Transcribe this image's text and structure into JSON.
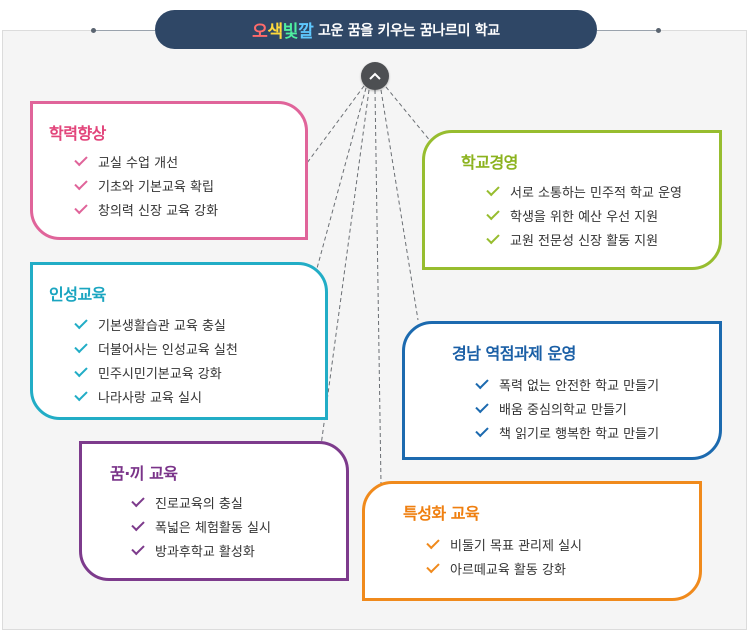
{
  "header": {
    "chars": [
      "오",
      "색",
      "빛",
      "깔"
    ],
    "char_colors": [
      "#ff6b6b",
      "#ffd93b",
      "#4ff0a0",
      "#5fc8ff"
    ],
    "rest": " 고운 꿈을 키우는 꿈나르미 학교"
  },
  "cards": [
    {
      "title": "학력향상",
      "color": "#e0649a",
      "title_color": "#e2457b",
      "items": [
        "교실 수업 개선",
        "기초와 기본교육 확립",
        "창의력 신장 교육 강화"
      ]
    },
    {
      "title": "학교경영",
      "color": "#97bd2f",
      "title_color": "#8cb31f",
      "items": [
        "서로 소통하는 민주적 학교 운영",
        "학생을 위한 예산 우선 지원",
        "교원 전문성 신장 활동 지원"
      ]
    },
    {
      "title": "인성교육",
      "color": "#22adc6",
      "title_color": "#1aa5c0",
      "items": [
        "기본생활습관 교육 충실",
        "더불어사는 인성교육 실천",
        "민주시민기본교육 강화",
        "나라사랑 교육 실시"
      ]
    },
    {
      "title": "경남 역점과제 운영",
      "color": "#1c6aaf",
      "title_color": "#1a5fa6",
      "items": [
        "폭력 없는 안전한 학교 만들기",
        "배움 중심의학교 만들기",
        "책 읽기로 행복한 학교 만들기"
      ]
    },
    {
      "title": "꿈·끼 교육",
      "color": "#7d3b8c",
      "title_color": "#7a3389",
      "items": [
        "진로교육의 충실",
        "폭넓은 체험활동 실시",
        "방과후학교 활성화"
      ]
    },
    {
      "title": "특성화 교육",
      "color": "#f08a1c",
      "title_color": "#ef7f10",
      "items": [
        "비둘기 목표 관리제 실시",
        "아르떼교육 활동 강화"
      ]
    }
  ]
}
